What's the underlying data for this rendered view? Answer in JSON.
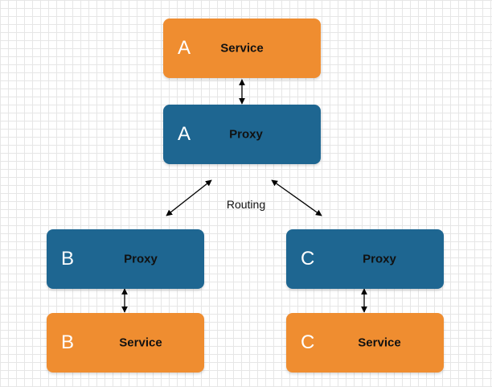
{
  "colors": {
    "service": "#ef8d30",
    "proxy": "#1e6691",
    "arrow": "#000000"
  },
  "nodes": {
    "a_service": {
      "letter": "A",
      "label": "Service"
    },
    "a_proxy": {
      "letter": "A",
      "label": "Proxy"
    },
    "b_proxy": {
      "letter": "B",
      "label": "Proxy"
    },
    "b_service": {
      "letter": "B",
      "label": "Service"
    },
    "c_proxy": {
      "letter": "C",
      "label": "Proxy"
    },
    "c_service": {
      "letter": "C",
      "label": "Service"
    }
  },
  "routing_label": "Routing"
}
